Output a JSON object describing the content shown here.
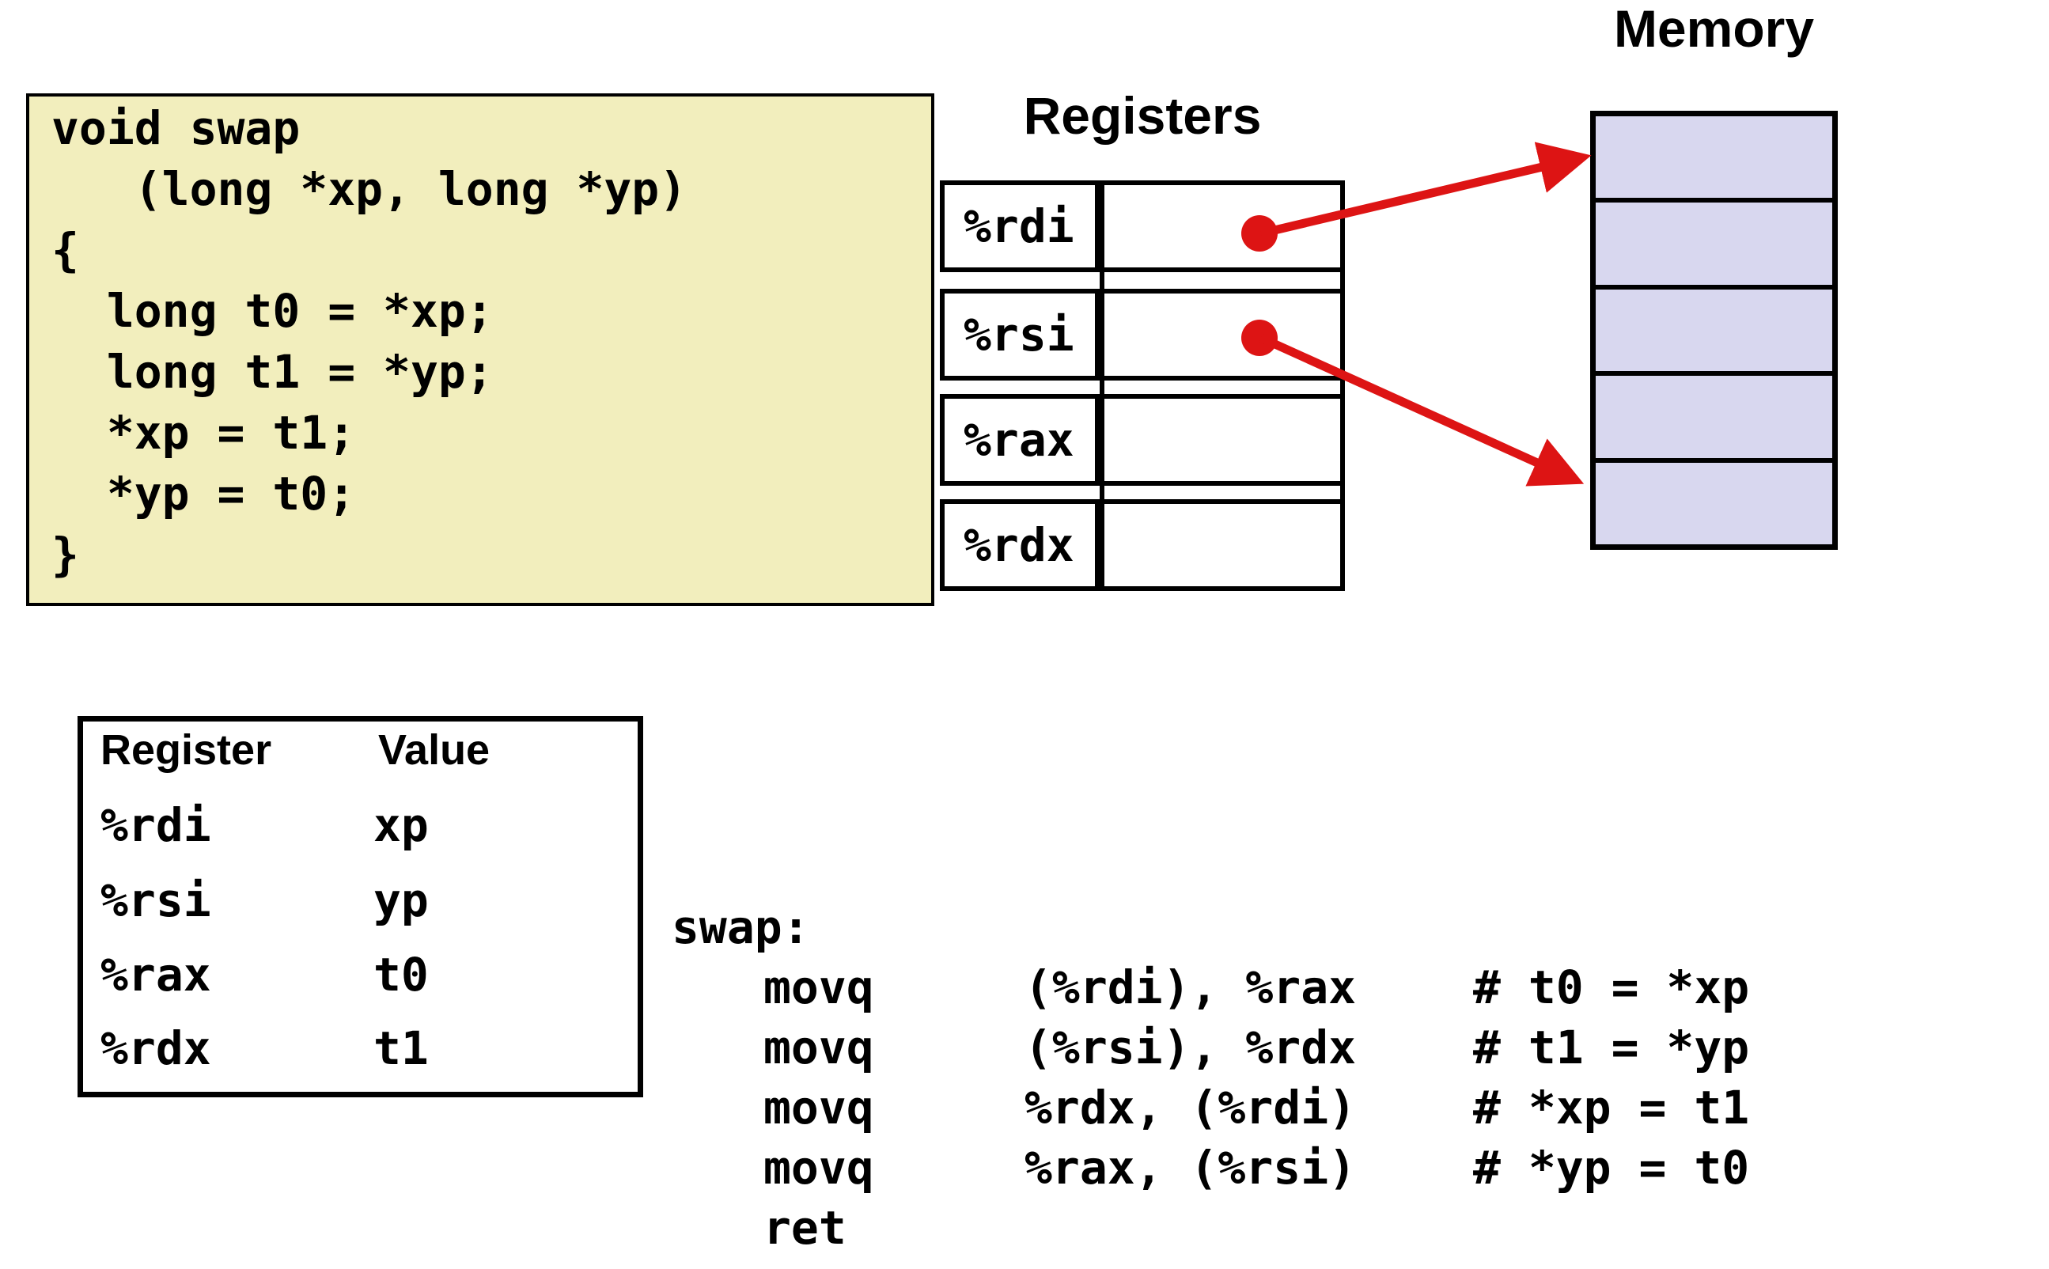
{
  "colors": {
    "code_bg": "#f2eebd",
    "memory_cell_bg": "#d8d7ef",
    "accent_red": "#dd1414",
    "line_black": "#000000",
    "slide_bg": "#ffffff"
  },
  "code_box": {
    "text": "void swap\n   (long *xp, long *yp)\n{\n  long t0 = *xp;\n  long t1 = *yp;\n  *xp = t1;\n  *yp = t0;\n}"
  },
  "registers_panel": {
    "title": "Registers",
    "rows": [
      {
        "name": "%rdi"
      },
      {
        "name": "%rsi"
      },
      {
        "name": "%rax"
      },
      {
        "name": "%rdx"
      }
    ]
  },
  "memory_panel": {
    "title": "Memory",
    "cell_count": 5
  },
  "arrows": [
    {
      "from": "%rdi",
      "to": "memory cell 1"
    },
    {
      "from": "%rsi",
      "to": "memory cell 5"
    }
  ],
  "reg_table": {
    "headers": [
      "Register",
      "Value"
    ],
    "rows": [
      [
        "%rdi",
        "xp"
      ],
      [
        "%rsi",
        "yp"
      ],
      [
        "%rax",
        "t0"
      ],
      [
        "%rdx",
        "t1"
      ]
    ]
  },
  "asm": {
    "label": "swap:",
    "lines": [
      {
        "op": "movq",
        "args": "(%rdi), %rax",
        "comment": "# t0 = *xp"
      },
      {
        "op": "movq",
        "args": "(%rsi), %rdx",
        "comment": "# t1 = *yp"
      },
      {
        "op": "movq",
        "args": "%rdx, (%rdi)",
        "comment": "# *xp = t1"
      },
      {
        "op": "movq",
        "args": "%rax, (%rsi)",
        "comment": "# *yp = t0"
      },
      {
        "op": "ret",
        "args": "",
        "comment": ""
      }
    ]
  }
}
